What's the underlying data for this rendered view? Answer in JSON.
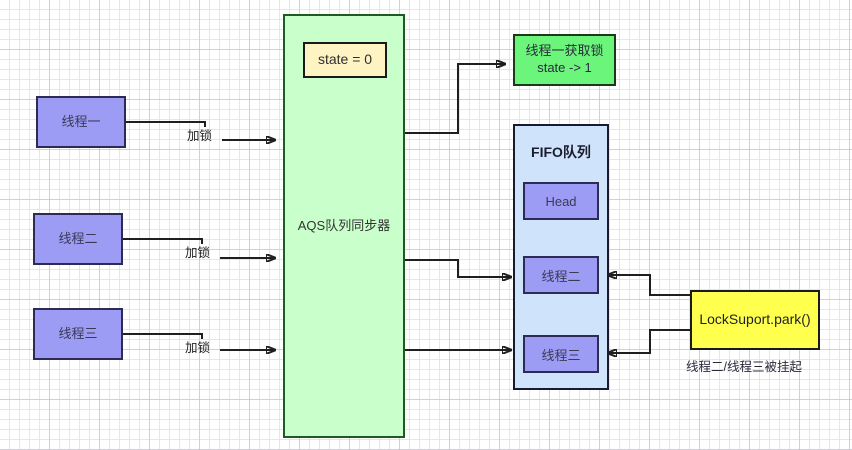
{
  "diagram": {
    "title": "AQS queue synchronizer lock flow",
    "colors": {
      "thread_fill": "#9c9cf5",
      "aqs_fill": "#c9ffcb",
      "state_fill": "#fdf3c3",
      "acquire_fill": "#6bf57a",
      "fifo_fill": "#cfe4fb",
      "park_fill": "#ffff4d",
      "stroke": "#1f1f1f"
    },
    "threads": [
      {
        "label": "线程一"
      },
      {
        "label": "线程二"
      },
      {
        "label": "线程三"
      }
    ],
    "edge_labels": [
      {
        "text": "加锁"
      },
      {
        "text": "加锁"
      },
      {
        "text": "加锁"
      }
    ],
    "aqs": {
      "label": "AQS队列同步器",
      "state_label": "state = 0"
    },
    "acquire": {
      "line1": "线程一获取锁",
      "line2": "state -> 1"
    },
    "fifo": {
      "title": "FIFO队列",
      "items": [
        {
          "label": "Head"
        },
        {
          "label": "线程二"
        },
        {
          "label": "线程三"
        }
      ]
    },
    "park": {
      "label": "LockSuport.park()",
      "caption": "线程二/线程三被挂起"
    }
  }
}
